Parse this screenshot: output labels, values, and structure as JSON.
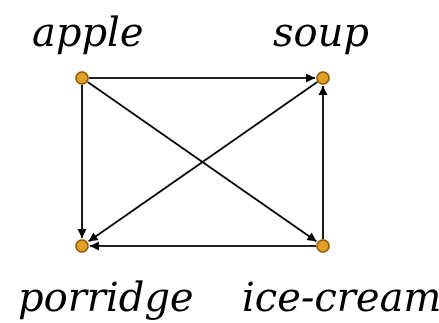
{
  "nodes": [
    {
      "id": "apple",
      "label": "apple"
    },
    {
      "id": "soup",
      "label": "soup"
    },
    {
      "id": "porridge",
      "label": "porridge"
    },
    {
      "id": "ice-cream",
      "label": "ice-cream"
    }
  ],
  "edges": [
    {
      "from": "apple",
      "to": "soup"
    },
    {
      "from": "apple",
      "to": "porridge"
    },
    {
      "from": "apple",
      "to": "ice-cream"
    },
    {
      "from": "soup",
      "to": "porridge"
    },
    {
      "from": "ice-cream",
      "to": "soup"
    },
    {
      "from": "ice-cream",
      "to": "porridge"
    }
  ],
  "colors": {
    "node_fill": "#E0A028",
    "node_stroke": "#8C5A00",
    "edge": "#000000",
    "label": "#000000"
  }
}
